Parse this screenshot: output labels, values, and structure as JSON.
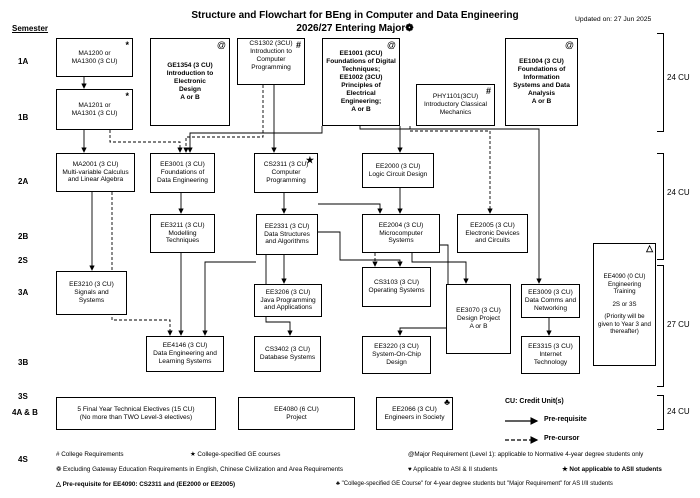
{
  "header": {
    "title_line1": "Structure and Flowchart for BEng in Computer and Data Engineering",
    "title_line2": "2026/27 Entering Major",
    "title_mark": "❁",
    "updated": "Updated on: 27 Jun 2025",
    "semester_label": "Semester"
  },
  "semesters": {
    "s1a": "1A",
    "s1b": "1B",
    "s2a": "2A",
    "s2b": "2B",
    "s2s": "2S",
    "s3a": "3A",
    "s3b": "3B",
    "s3s": "3S",
    "s4ab": "4A & B",
    "s4s": "4S"
  },
  "credits": {
    "c1": "24 CU",
    "c2": "24 CU",
    "c3": "27 CU",
    "c4": "24 CU"
  },
  "courses": {
    "ma1200": {
      "lines": [
        "MA1200 or",
        "MA1300 (3 CU)"
      ],
      "mark": "*"
    },
    "ge1354": {
      "lines": [
        "GE1354 (3 CU)",
        "Introduction to Electronic",
        "Design",
        "A or B"
      ],
      "mark": "@"
    },
    "cs1302": {
      "lines": [
        "CS1302 (3CU)",
        "Introduction to",
        "Computer",
        "Programming"
      ],
      "mark": "#"
    },
    "ee1001": {
      "lines": [
        "EE1001 (3CU)",
        "Foundations of Digital",
        "Techniques;",
        "EE1002 (3CU)",
        "Principles of",
        "Electrical",
        "Engineering;",
        "A or B"
      ],
      "mark": "@"
    },
    "phy1101": {
      "lines": [
        "PHY1101(3CU)",
        "Introductory Classical",
        "Mechanics"
      ],
      "mark": "#"
    },
    "ee1004": {
      "lines": [
        "EE1004 (3 CU)",
        "Foundations of",
        "Information",
        "Systems and Data",
        "Analysis",
        "A or B"
      ],
      "mark": "@"
    },
    "ma1201": {
      "lines": [
        "MA1201 or",
        "MA1301 (3 CU)"
      ],
      "mark": "*"
    },
    "ma2001": {
      "lines": [
        "MA2001 (3 CU)",
        "Multi-variable Calculus",
        "and Linear Algebra"
      ]
    },
    "ee3001": {
      "lines": [
        "EE3001 (3 CU)",
        "Foundations of",
        "Data Engineering"
      ]
    },
    "cs2311": {
      "lines": [
        "CS2311 (3 CU)",
        "Computer",
        "Programming"
      ],
      "mark": "★"
    },
    "ee2000": {
      "lines": [
        "EE2000 (3 CU)",
        "Logic Circuit Design"
      ]
    },
    "ee3211": {
      "lines": [
        "EE3211 (3 CU)",
        "Modelling",
        "Techniques"
      ]
    },
    "ee2331": {
      "lines": [
        "EE2331 (3 CU)",
        "Data Structures",
        "and Algorithms"
      ]
    },
    "ee2004": {
      "lines": [
        "EE2004 (3 CU)",
        "Microcomputer",
        "Systems"
      ]
    },
    "ee2005": {
      "lines": [
        "EE2005 (3 CU)",
        "Electronic Devices",
        "and Circuits"
      ]
    },
    "ee3210": {
      "lines": [
        "EE3210 (3 CU)",
        "Signals and",
        "Systems"
      ]
    },
    "ee3206": {
      "lines": [
        "EE3206 (3 CU)",
        "Java Programming",
        "and Applications"
      ]
    },
    "cs3103": {
      "lines": [
        "CS3103 (3 CU)",
        "Operating Systems"
      ]
    },
    "ee3070": {
      "lines": [
        "EE3070 (3 CU)",
        "Design Project",
        "A or B"
      ]
    },
    "ee3009": {
      "lines": [
        "EE3009 (3 CU)",
        "Data Comms and",
        "Networking"
      ]
    },
    "ee4090": {
      "lines": [
        "EE4090 (0 CU)",
        "Engineering",
        "Training",
        "",
        "2S or 3S",
        "",
        "(Priority will be",
        "given to Year 3 and",
        "thereafter)"
      ],
      "mark": "△"
    },
    "ee4146": {
      "lines": [
        "EE4146 (3 CU)",
        "Data Engineering and",
        "Learning Systems"
      ]
    },
    "cs3402": {
      "lines": [
        "CS3402 (3 CU)",
        "Database Systems"
      ]
    },
    "ee3220": {
      "lines": [
        "EE3220 (3 CU)",
        "System-On-Chip",
        "Design"
      ]
    },
    "ee3315": {
      "lines": [
        "EE3315 (3 CU)",
        "Internet",
        "Technology"
      ]
    },
    "electives": {
      "lines": [
        "5 Final Year Technical Electives (15 CU)",
        "(No more than TWO Level-3 electives)"
      ]
    },
    "ee4080": {
      "lines": [
        "EE4080 (6 CU)",
        "Project"
      ]
    },
    "ee2066": {
      "lines": [
        "EE2066 (3 CU)",
        "Engineers in Society"
      ],
      "mark": "♣"
    }
  },
  "key": {
    "cu": "CU: Credit Unit(s)",
    "prereq": "Pre-requisite",
    "precursor": "Pre-cursor"
  },
  "notes": {
    "n1": "# College Requirements",
    "n2": "★ College-specified GE courses",
    "n3": "@Major Requirement (Level 1): applicable to Normative 4-year degree students only",
    "n4": "❁ Excluding Gateway Education Requirements in English, Chinese Civilization and Area Requirements",
    "n5": "♥ Applicable to ASI & II students",
    "n6": "★ Not applicable to ASII students",
    "n7": "△ Pre-requisite for EE4090: CS2311 and (EE2000 or EE2005)",
    "n8": "♣ \"College-specified GE Course\" for 4-year degree students but \"Major Requirement\" for AS I/II students"
  }
}
